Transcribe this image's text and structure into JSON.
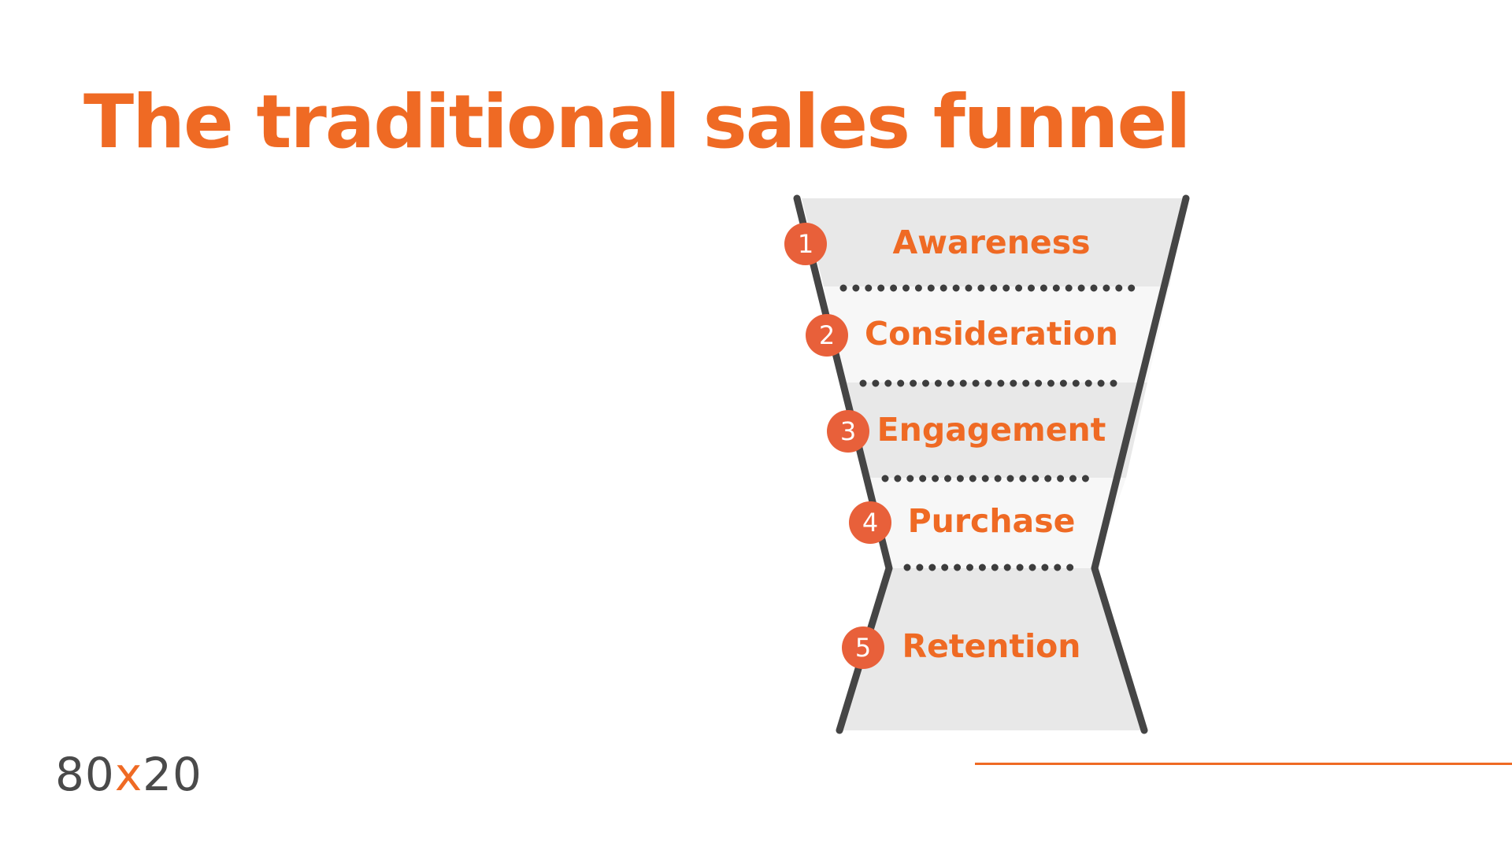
{
  "slide": {
    "title": "The traditional sales funnel"
  },
  "funnel": {
    "stages": [
      {
        "number": "1",
        "label": "Awareness"
      },
      {
        "number": "2",
        "label": "Consideration"
      },
      {
        "number": "3",
        "label": "Engagement"
      },
      {
        "number": "4",
        "label": "Purchase"
      },
      {
        "number": "5",
        "label": "Retention"
      }
    ]
  },
  "logo": {
    "left": "80",
    "x": "x",
    "right": "20"
  },
  "colors": {
    "accent": "#ef6a24",
    "badge": "#e8603a",
    "funnel_outline": "#454545",
    "funnel_fill_dark": "#e8e8e8",
    "funnel_fill_light": "#f7f7f7",
    "dots": "#3d3d3d",
    "logo_text": "#4a4a4a"
  }
}
